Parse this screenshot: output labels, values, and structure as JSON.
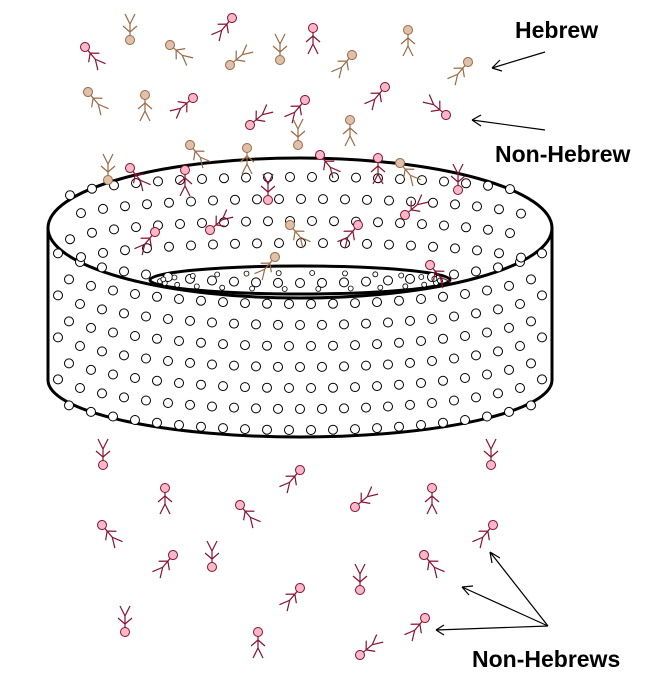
{
  "labels": {
    "hebrew": "Hebrew",
    "non_hebrew": "Non-Hebrew",
    "non_hebrews": "Non-Hebrews"
  },
  "colors": {
    "hebrew_head": "#e0c0a8",
    "hebrew_body": "#9a6a46",
    "non_hebrew_head": "#f8b8c8",
    "non_hebrew_body": "#8a1030",
    "hole": "#000000",
    "outline": "#000000",
    "arrow": "#000000"
  },
  "icons": {
    "figure": "stick-figure-icon",
    "hole": "circle-hole-icon",
    "arrow": "arrow-icon"
  }
}
